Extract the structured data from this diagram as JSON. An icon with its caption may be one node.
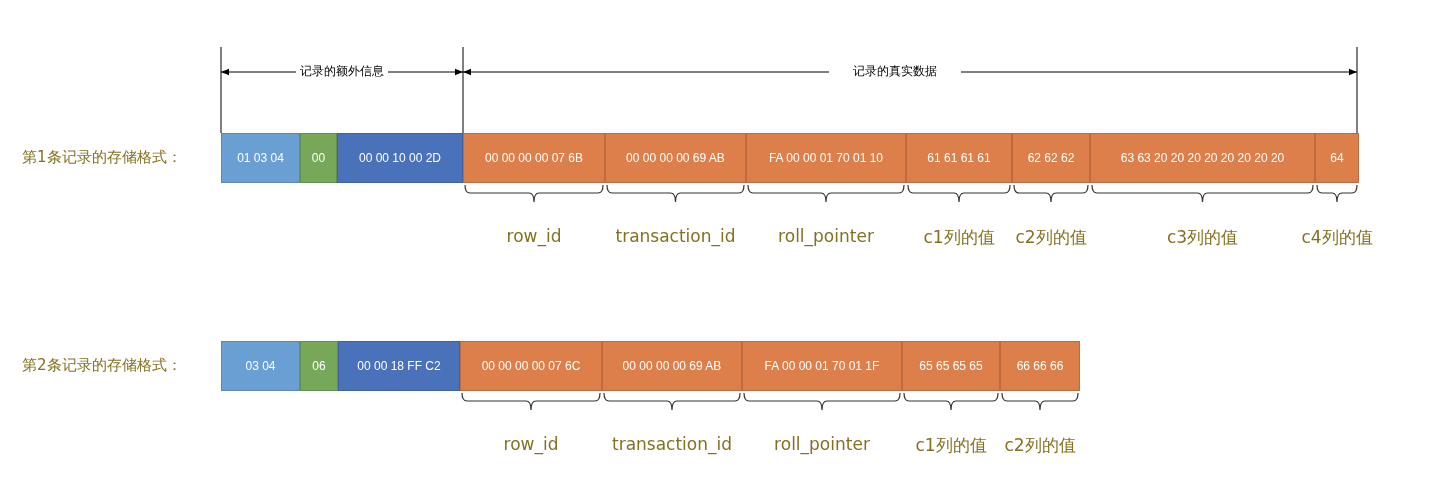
{
  "diagram": {
    "nodes": [
      {
        "text": [
          "01 03 04"
        ]
      },
      {
        "text": [
          "00"
        ]
      },
      {
        "text": [
          "00 00 10 00 2D"
        ]
      },
      {
        "text": [
          "00 00 00 00 07 6B"
        ],
        "beside": [
          "row_id"
        ]
      },
      {
        "text": [
          "00 00 00 00 69 AB"
        ],
        "beside": [
          "transaction_id"
        ]
      },
      {
        "text": [
          "FA 00 00 01 70 01 10"
        ],
        "beside": [
          "roll_pointer"
        ]
      },
      {
        "text": [
          "61 61 61 61"
        ],
        "beside": [
          "c1列的值"
        ]
      },
      {
        "text": [
          "62 62 62"
        ],
        "beside": [
          "c2列的值"
        ]
      },
      {
        "text": [
          "63 63 20 20 20 20 20 20 20 20"
        ],
        "beside": [
          "c3列的值"
        ]
      },
      {
        "text": [
          "64"
        ],
        "beside": [
          "c4列的值"
        ]
      },
      {
        "text": [
          "03 04"
        ]
      },
      {
        "text": [
          "06"
        ]
      },
      {
        "text": [
          "00 00 18 FF C2"
        ]
      },
      {
        "text": [
          "00 00 00 00 07 6C"
        ],
        "beside": [
          "row_id"
        ]
      },
      {
        "text": [
          "00 00 00 00 69 AB"
        ],
        "beside": [
          "transaction_id"
        ]
      },
      {
        "text": [
          "FA 00 00 01 70 01 1F"
        ],
        "beside": [
          "roll_pointer"
        ]
      },
      {
        "text": [
          "65 65 65 65"
        ],
        "beside": [
          "c1列的值"
        ]
      },
      {
        "text": [
          "66 66 66"
        ],
        "beside": [
          "c2列的值"
        ]
      }
    ],
    "labels": [
      "记录的额外信息",
      "记录的真实数据",
      "第1条记录的存储格式：",
      "第2条记录的存储格式："
    ]
  }
}
